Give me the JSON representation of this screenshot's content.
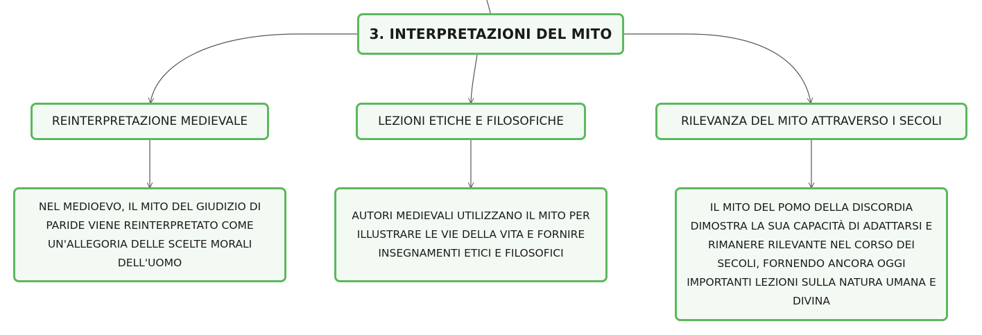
{
  "diagram": {
    "type": "mind-map",
    "colors": {
      "node_border": "#5cb85c",
      "node_fill": "#f3faf3",
      "connector": "#555555"
    },
    "root": {
      "label": "3. INTERPRETAZIONI DEL MITO"
    },
    "branches": [
      {
        "topic": "REINTERPRETAZIONE MEDIEVALE",
        "detail": "NEL MEDIOEVO, IL MITO DEL GIUDIZIO DI PARIDE VIENE REINTERPRETATO COME UN'ALLEGORIA DELLE SCELTE MORALI DELL'UOMO"
      },
      {
        "topic": "LEZIONI ETICHE E FILOSOFICHE",
        "detail": "AUTORI MEDIEVALI UTILIZZANO IL MITO PER ILLUSTRARE LE VIE DELLA VITA E FORNIRE INSEGNAMENTI ETICI E FILOSOFICI"
      },
      {
        "topic": "RILEVANZA DEL MITO ATTRAVERSO I SECOLI",
        "detail": "IL MITO DEL POMO DELLA DISCORDIA DIMOSTRA LA SUA CAPACITÀ DI ADATTARSI E RIMANERE RILEVANTE NEL CORSO DEI SECOLI, FORNENDO ANCORA OGGI IMPORTANTI LEZIONI SULLA NATURA UMANA E DIVINA"
      }
    ]
  }
}
